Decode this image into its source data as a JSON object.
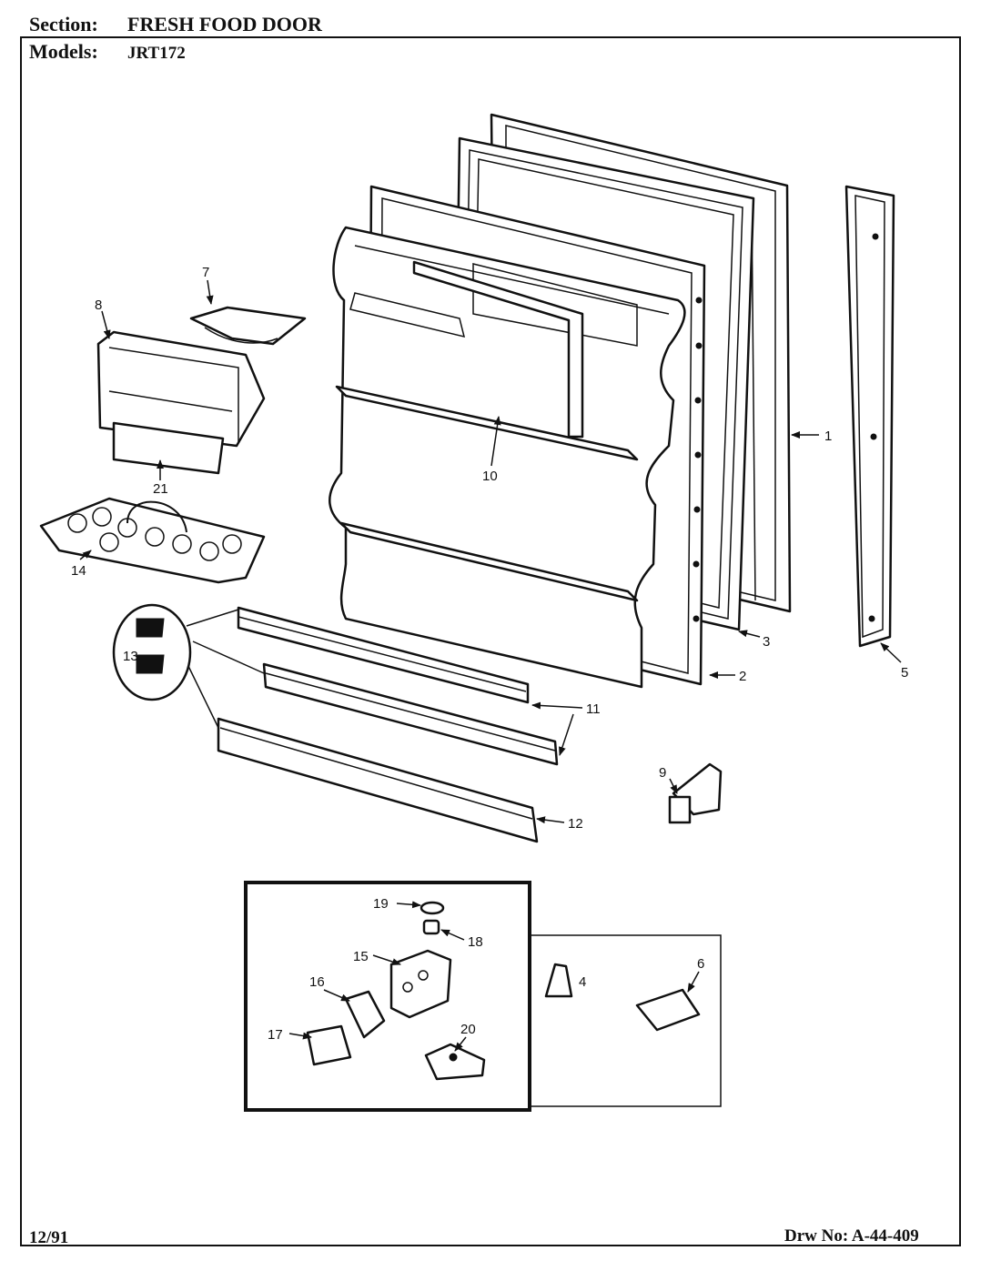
{
  "header": {
    "section_label": "Section:",
    "section_value": "FRESH FOOD DOOR",
    "models_label": "Models:",
    "models_value": "JRT172"
  },
  "footer": {
    "date": "12/91",
    "drawing_number": "Drw No: A-44-409"
  },
  "callouts": {
    "c1": "1",
    "c2": "2",
    "c3": "3",
    "c4": "4",
    "c5": "5",
    "c6": "6",
    "c7": "7",
    "c8": "8",
    "c9": "9",
    "c10": "10",
    "c11": "11",
    "c12": "12",
    "c13": "13",
    "c14": "14",
    "c15": "15",
    "c16": "16",
    "c17": "17",
    "c18": "18",
    "c19": "19",
    "c20": "20",
    "c21": "21"
  }
}
